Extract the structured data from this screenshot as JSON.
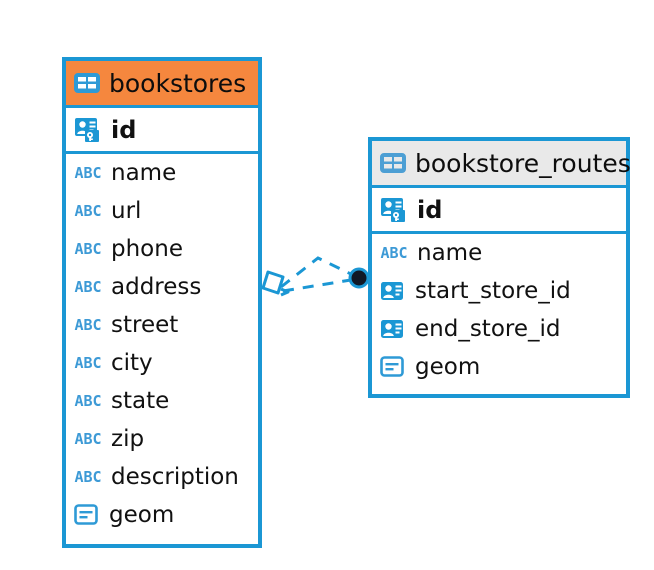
{
  "diagram": {
    "type": "entity-relationship-diagram",
    "background": "#ffffff",
    "colors": {
      "border_blue": "#1b97d4",
      "header_orange": "#f5873e",
      "header_gray": "#e9e9e9",
      "icon_blue": "#1b97d4",
      "abc_blue": "#3d9ad6",
      "text": "#111111",
      "endpoint_dark": "#101826"
    }
  },
  "tables": [
    {
      "id": "bookstores",
      "name": "bookstores",
      "header_style": "orange",
      "header_icon": "table-icon",
      "fields": [
        {
          "name": "id",
          "icon": "primary-key-icon",
          "bold": true
        },
        {
          "name": "name",
          "icon": "abc-text-icon",
          "bold": false
        },
        {
          "name": "url",
          "icon": "abc-text-icon",
          "bold": false
        },
        {
          "name": "phone",
          "icon": "abc-text-icon",
          "bold": false
        },
        {
          "name": "address",
          "icon": "abc-text-icon",
          "bold": false
        },
        {
          "name": "street",
          "icon": "abc-text-icon",
          "bold": false
        },
        {
          "name": "city",
          "icon": "abc-text-icon",
          "bold": false
        },
        {
          "name": "state",
          "icon": "abc-text-icon",
          "bold": false
        },
        {
          "name": "zip",
          "icon": "abc-text-icon",
          "bold": false
        },
        {
          "name": "description",
          "icon": "abc-text-icon",
          "bold": false
        },
        {
          "name": "geom",
          "icon": "geometry-icon",
          "bold": false
        }
      ]
    },
    {
      "id": "bookstore_routes",
      "name": "bookstore_routes",
      "header_style": "gray",
      "header_icon": "table-icon",
      "fields": [
        {
          "name": "id",
          "icon": "primary-key-icon",
          "bold": true
        },
        {
          "name": "name",
          "icon": "abc-text-icon",
          "bold": false
        },
        {
          "name": "start_store_id",
          "icon": "foreign-key-icon",
          "bold": false
        },
        {
          "name": "end_store_id",
          "icon": "foreign-key-icon",
          "bold": false
        },
        {
          "name": "geom",
          "icon": "geometry-icon",
          "bold": false
        }
      ]
    }
  ],
  "relationships": [
    {
      "id": "bookstores-to-bookstore_routes",
      "from": "bookstores",
      "to": "bookstore_routes",
      "line_style": "dashed",
      "source_marker": "diamond-crowsfoot-marker",
      "target_marker": "filled-circle-marker"
    }
  ],
  "icon_labels": {
    "abc_text": "ABC"
  }
}
